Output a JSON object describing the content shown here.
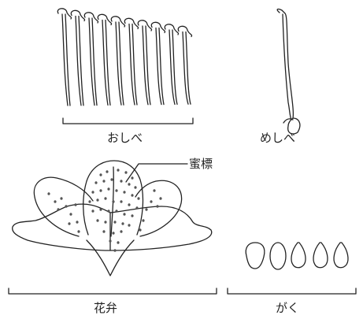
{
  "labels": {
    "stamens": "おしべ",
    "pistil": "めしべ",
    "nectar_guide": "蜜標",
    "petals": "花弁",
    "sepals": "がく"
  },
  "colors": {
    "line": "#222222",
    "dots": "#555555",
    "background": "#ffffff"
  }
}
